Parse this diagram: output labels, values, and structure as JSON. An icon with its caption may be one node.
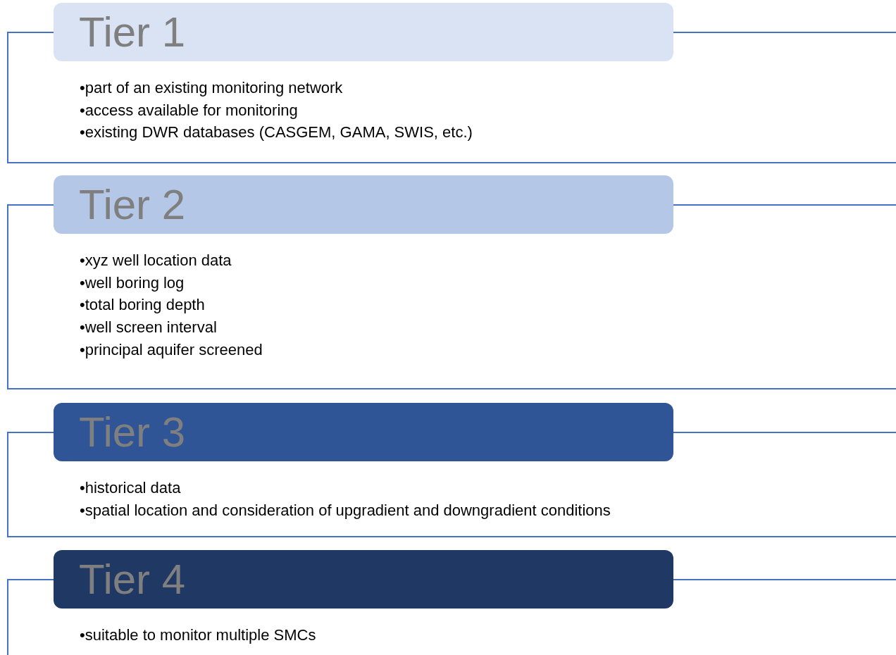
{
  "diagram": {
    "nodes": [
      {
        "text": [
          "Tier 1"
        ]
      },
      {
        "text": [
          "•part of an existing monitoring network",
          "•access available for monitoring",
          "•existing DWR databases (CASGEM, GAMA, SWIS, etc.)"
        ]
      },
      {
        "text": [
          "Tier 2"
        ]
      },
      {
        "text": [
          "•xyz well location data",
          "•well boring log",
          "•total boring depth",
          "•well screen interval",
          "•principal aquifer screened"
        ]
      },
      {
        "text": [
          "Tier 3"
        ]
      },
      {
        "text": [
          "•historical data",
          "•spatial location and consideration of upgradient and downgradient conditions"
        ]
      },
      {
        "text": [
          "Tier 4"
        ]
      },
      {
        "text": [
          "•suitable to monitor multiple SMCs"
        ]
      }
    ]
  }
}
